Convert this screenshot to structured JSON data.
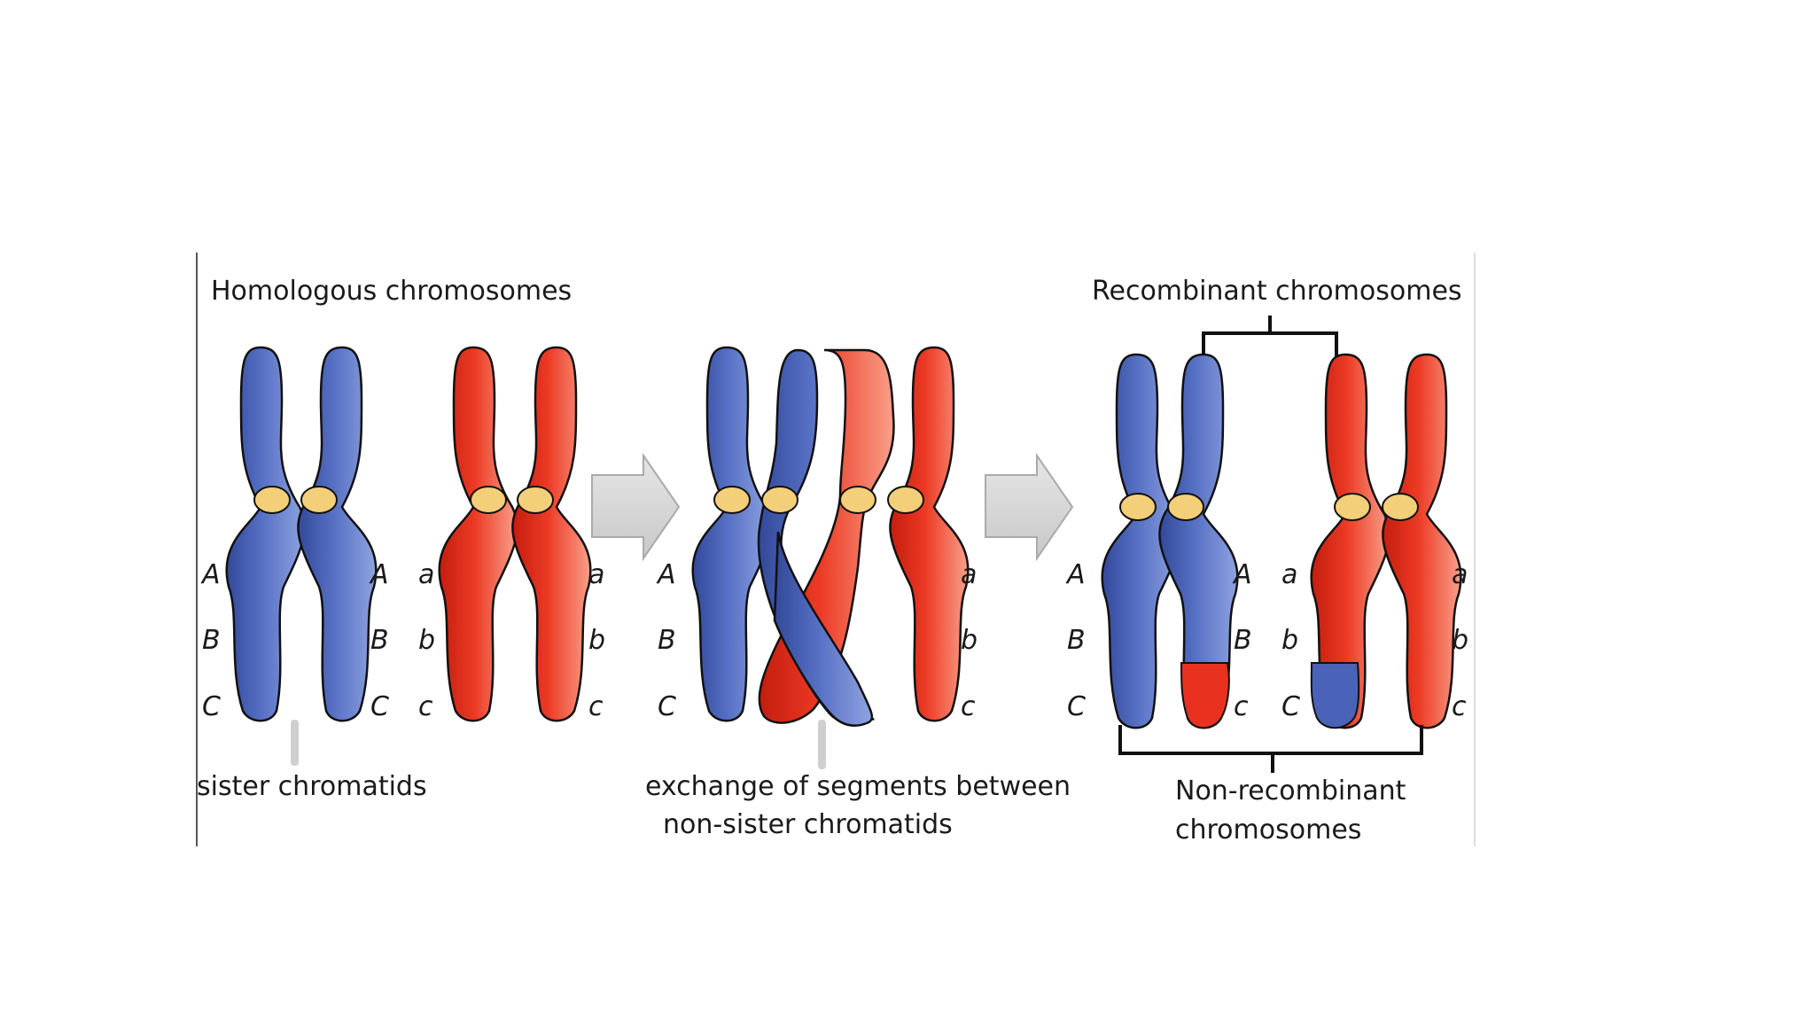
{
  "labels": {
    "homologous": "Homologous chromosomes",
    "sister": "sister chromatids",
    "exchange_line1": "exchange of segments between",
    "exchange_line2": "non-sister chromatids",
    "recombinant": "Recombinant chromosomes",
    "nonrecombinant_line1": "Non-recombinant",
    "nonrecombinant_line2": "chromosomes"
  },
  "genes": {
    "upper_A": "A",
    "upper_B": "B",
    "upper_C": "C",
    "lower_a": "a",
    "lower_b": "b",
    "lower_c": "c"
  },
  "colors": {
    "blue": "#4a63b8",
    "red": "#e8321f",
    "centromere": "#f3cf7a",
    "arrow": "#d3d3d3",
    "bracket": "#111111"
  }
}
